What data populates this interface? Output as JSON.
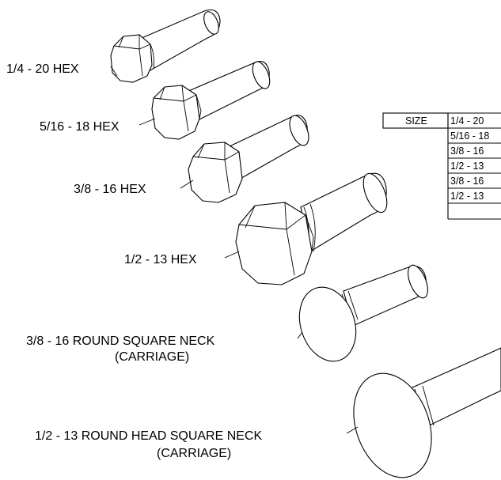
{
  "labels": {
    "hex_1_4": "1/4 - 20 HEX",
    "hex_5_16": "5/16 - 18 HEX",
    "hex_3_8": "3/8 - 16 HEX",
    "hex_1_2": "1/2 - 13 HEX",
    "carriage_3_8_line1": "3/8 - 16 ROUND SQUARE NECK",
    "carriage_3_8_line2": "(CARRIAGE)",
    "carriage_1_2_line1": "1/2 - 13 ROUND HEAD SQUARE NECK",
    "carriage_1_2_line2": "(CARRIAGE)"
  },
  "table": {
    "header": "SIZE",
    "rows": [
      "1/4 - 20",
      "5/16 - 18",
      "3/8 - 16",
      "1/2 - 13",
      "3/8 - 16",
      "1/2 - 13"
    ]
  }
}
